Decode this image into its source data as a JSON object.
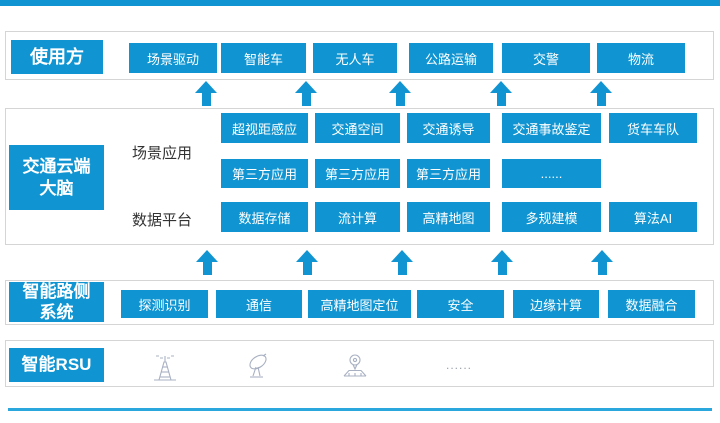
{
  "colors": {
    "primary": "#1095d2",
    "bottom_line": "#2aa7dc",
    "box_text": "#ffffff",
    "side_label_text": "#333333"
  },
  "users": {
    "label": "使用方",
    "items": [
      "场景驱动",
      "智能车",
      "无人车",
      "公路运输",
      "交警",
      "物流"
    ]
  },
  "cloud": {
    "label": "交通云端大脑",
    "label_line1": "交通云端",
    "label_line2": "大脑",
    "scene_label": "场景应用",
    "scene_row1": [
      "超视距感应",
      "交通空间",
      "交通诱导",
      "交通事故鉴定",
      "货车车队"
    ],
    "scene_row2": [
      "第三方应用",
      "第三方应用",
      "第三方应用",
      "......"
    ],
    "data_label": "数据平台",
    "data_row": [
      "数据存储",
      "流计算",
      "高精地图",
      "多规建模",
      "算法AI"
    ]
  },
  "roadside": {
    "label": "智能路侧系统",
    "label_line1": "智能路侧",
    "label_line2": "系统",
    "items": [
      "探测识别",
      "通信",
      "高精地图定位",
      "安全",
      "边缘计算",
      "数据融合"
    ]
  },
  "rsu": {
    "label": "智能RSU",
    "icons": [
      "signal-tower-icon",
      "satellite-dish-icon",
      "roadside-unit-icon"
    ],
    "more": "......"
  }
}
